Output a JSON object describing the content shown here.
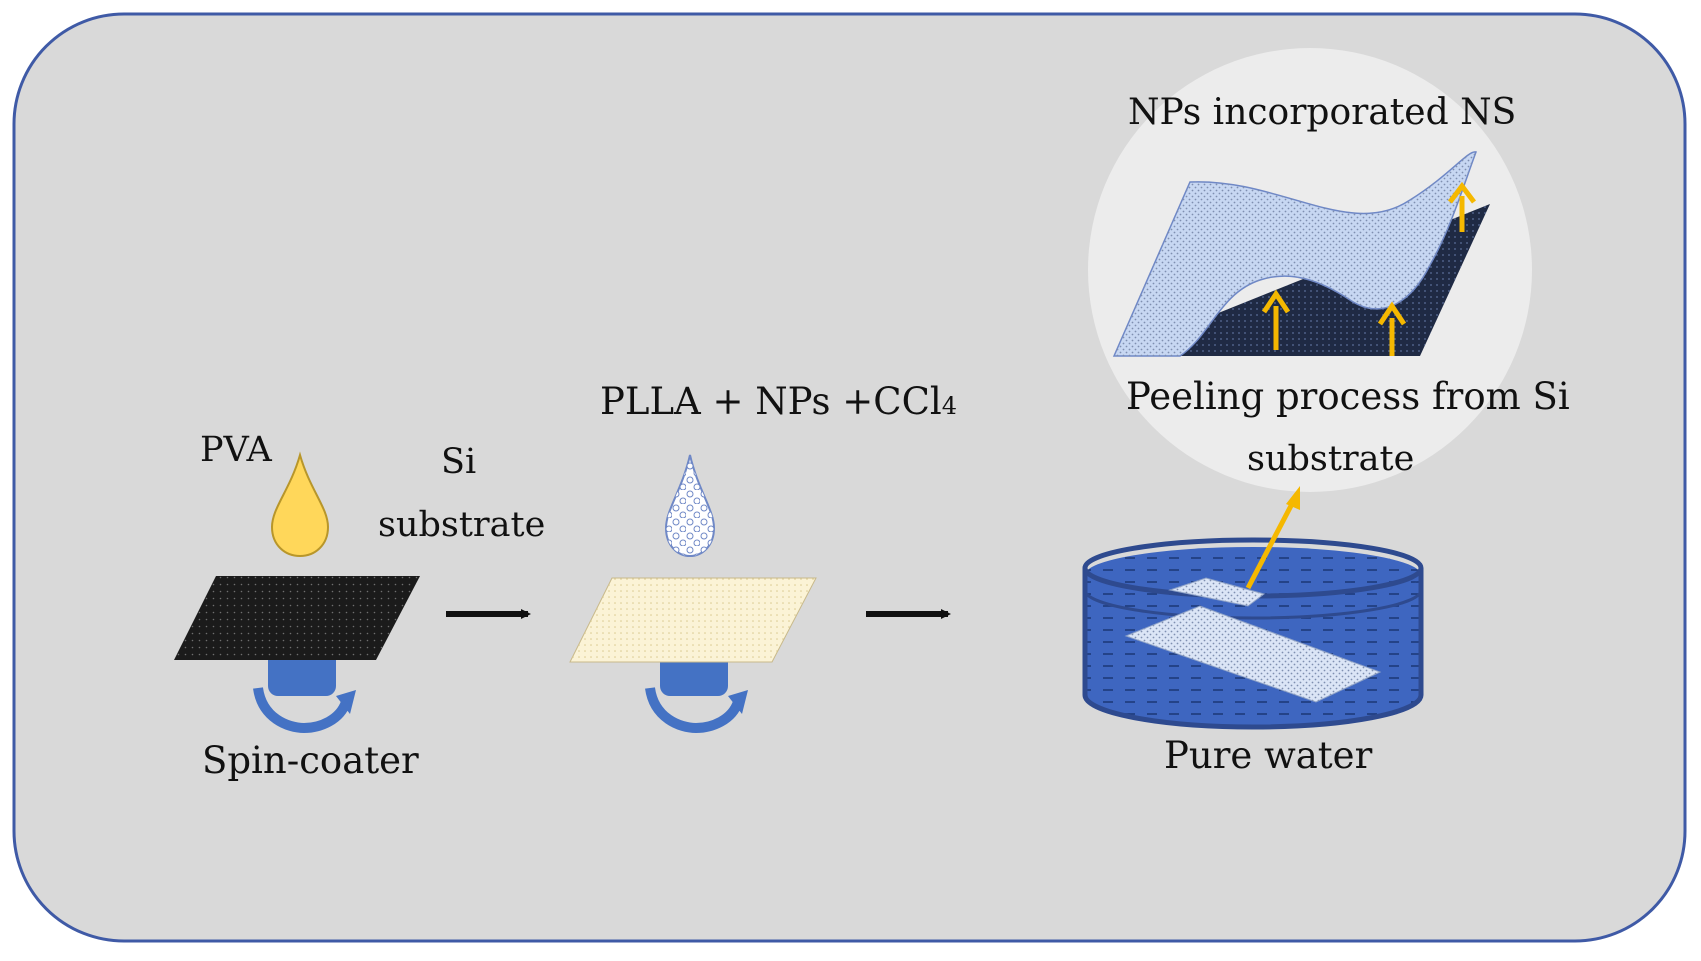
{
  "labels": {
    "pva": "PVA",
    "si_line1": "Si",
    "si_line2": "substrate",
    "spin_coater": "Spin-coater",
    "plla_base": "PLLA + NPs +CCl",
    "plla_sub": "4",
    "pure_water": "Pure water",
    "ns_title": "NPs incorporated NS",
    "peel_line1": "Peeling process from Si",
    "peel_line2": "substrate"
  },
  "colors": {
    "panel_fill": "#d9d9d9",
    "panel_border": "#3f5aa6",
    "pva_drop": "#ffd75a",
    "pva_drop_outline": "#b8962a",
    "si_wafer": "#1b1b1b",
    "coated_wafer": "#fbf3d6",
    "spinner_blue": "#4472c4",
    "arrow_black": "#111111",
    "yellow_arrow": "#f5b800",
    "water_fill": "#3e66c0",
    "dish_outline": "#2e4a8f",
    "ns_sheet": "#c7d7f2",
    "ns_substrate": "#1f2a44",
    "zoom_circle": "#ececec"
  },
  "icons": [
    "pva-droplet-icon",
    "silicon-wafer-icon",
    "spin-coater-icon",
    "rotation-arrow-icon",
    "process-arrow-icon",
    "plla-droplet-icon",
    "coated-wafer-icon",
    "water-dish-icon",
    "floating-nanosheet-icon",
    "zoom-circle-icon",
    "peeling-nanosheet-icon",
    "peel-arrow-icon"
  ]
}
